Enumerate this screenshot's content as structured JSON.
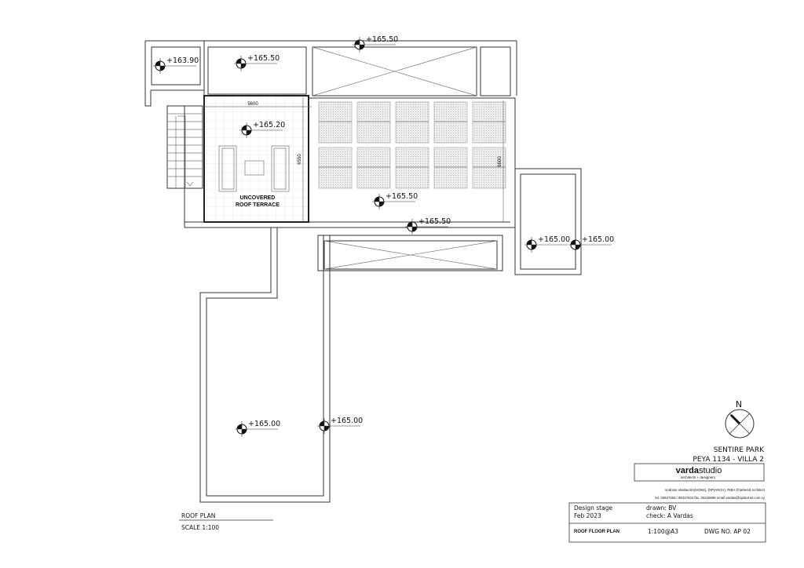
{
  "drawing": {
    "terrace_label_line1": "UNCOVERED",
    "terrace_label_line2": "ROOF TERRACE",
    "dimensions": {
      "terrace_width": "5600",
      "terrace_depth": "6550",
      "panel_area_depth": "6600"
    },
    "levels": [
      "+163.90",
      "+165.50",
      "+165.50",
      "+165.20",
      "+165.50",
      "+165.50",
      "+165.00",
      "+165.00",
      "+165.00",
      "+165.00"
    ]
  },
  "plan_caption": {
    "title": "ROOF PLAN",
    "scale": "SCALE 1:100"
  },
  "north_arrow": {
    "label": "N"
  },
  "project": {
    "name": "SENTIRE PARK",
    "subtitle": "PEYA 1134 - VILLA 2"
  },
  "studio": {
    "logo_bold": "varda",
    "logo_light": "studio",
    "tagline": "architects + designers",
    "credentials": "Andreas Vardas BA(HONS), DIP(ARCH), RIBA Chartered Architect",
    "contact": "tel. 26947265 / 99427634 fax. 26220896 email vardas@spidernet.com.cy"
  },
  "title_block": {
    "stage_label": "Design stage",
    "date": "Feb 2023",
    "drawn": "drawn: BV",
    "check": "check: A Vardas",
    "sheet_title": "ROOF FLOOR PLAN",
    "scale": "1:100@A3",
    "dwg_no": "DWG NO. AP 02"
  }
}
